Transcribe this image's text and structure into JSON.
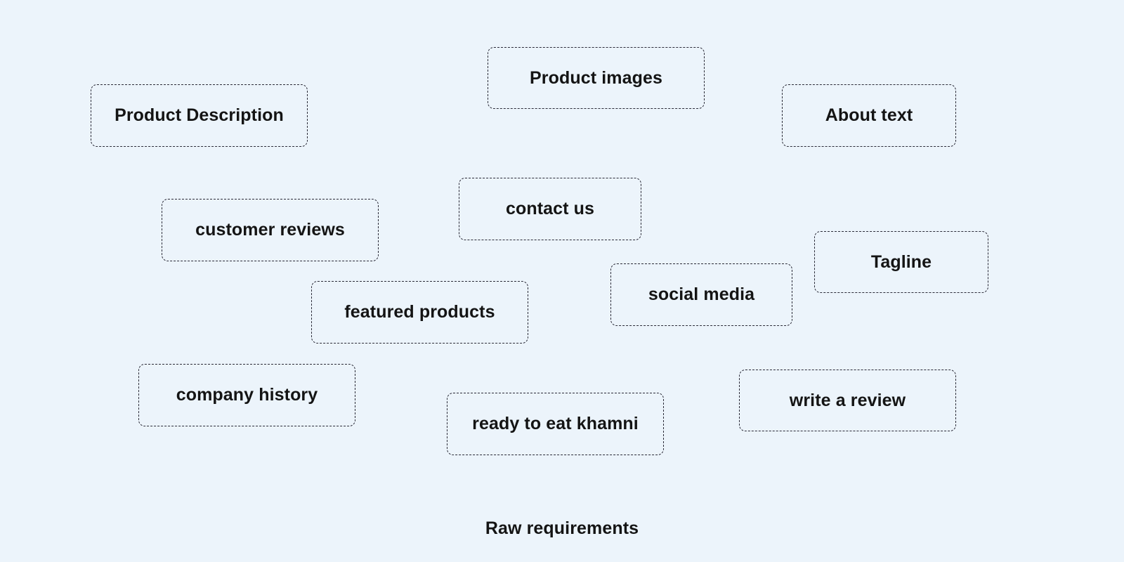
{
  "diagram": {
    "cards": {
      "product_images": "Product images",
      "product_description": "Product Description",
      "about_text": "About text",
      "contact_us": "contact us",
      "customer_reviews": "customer reviews",
      "tagline": "Tagline",
      "social_media": "social media",
      "featured_products": "featured products",
      "company_history": "company history",
      "write_a_review": "write a review",
      "ready_to_eat_khamni": "ready to eat khamni"
    },
    "caption": "Raw requirements"
  },
  "colors": {
    "background": "#ecf4fb",
    "card_border": "#2b2b38",
    "text": "#141414"
  }
}
